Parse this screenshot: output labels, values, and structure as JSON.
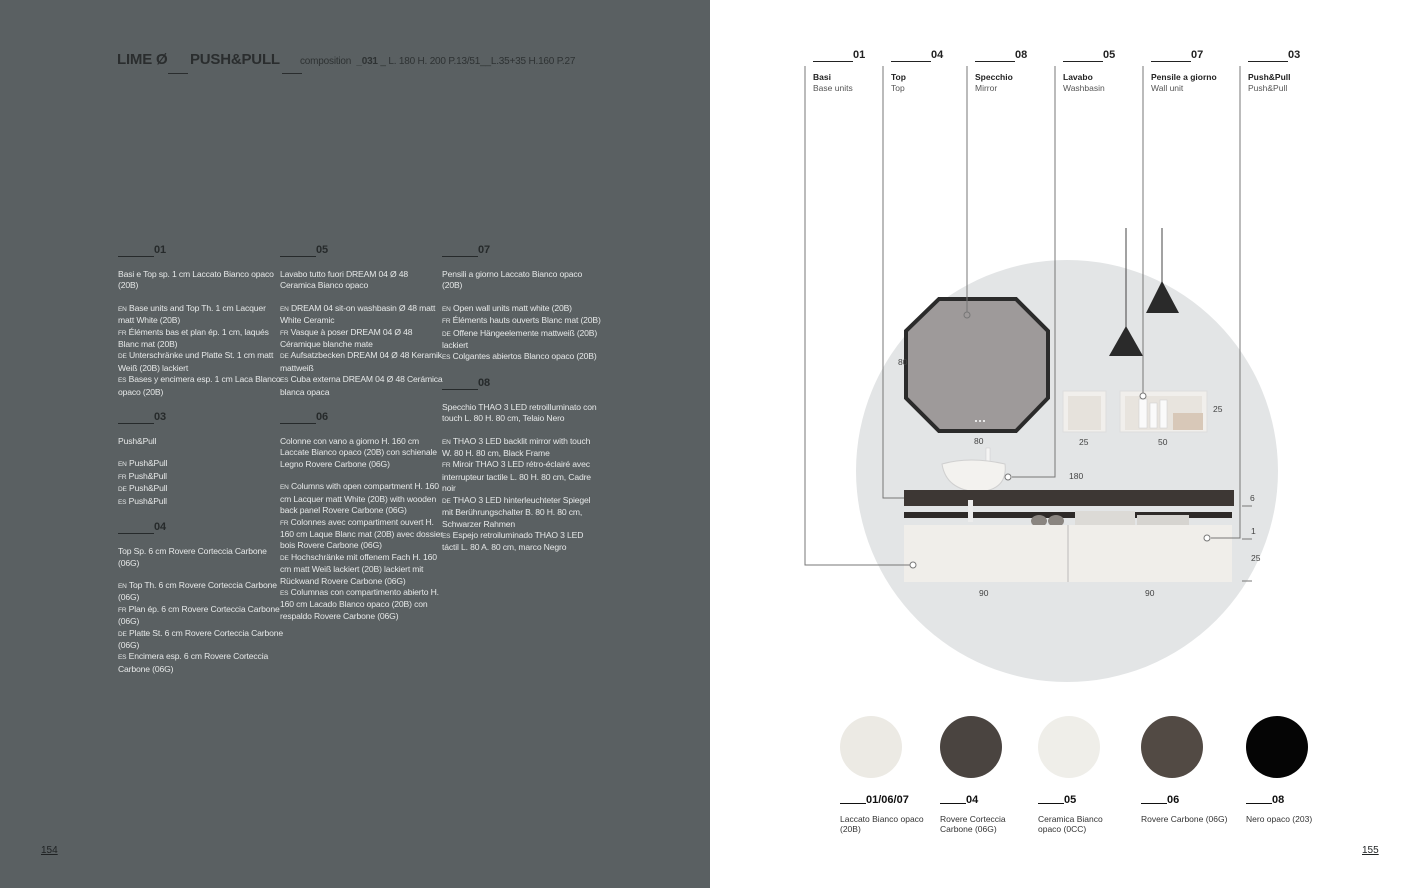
{
  "header": {
    "brand": "LIME Ø",
    "model": "PUSH&PULL",
    "composition_label": "composition",
    "composition_number": "_031",
    "composition_dims": "_ L. 180 H. 200 P.13/51__L.35+35 H.160 P.27"
  },
  "columns": [
    [
      {
        "num": "01",
        "it": "Basi e Top sp. 1 cm Laccato Bianco opaco (20B)",
        "langs": [
          [
            "EN",
            "Base units and Top Th. 1 cm Lacquer matt White (20B)"
          ],
          [
            "FR",
            "Éléments bas et plan ép. 1 cm, laqués Blanc mat (20B)"
          ],
          [
            "DE",
            "Unterschränke und Platte St. 1 cm matt Weiß (20B) lackiert"
          ],
          [
            "ES",
            "Bases y encimera esp. 1 cm Laca Blanco opaco (20B)"
          ]
        ]
      },
      {
        "num": "03",
        "it": "Push&Pull",
        "langs": [
          [
            "EN",
            "Push&Pull"
          ],
          [
            "FR",
            "Push&Pull"
          ],
          [
            "DE",
            "Push&Pull"
          ],
          [
            "ES",
            "Push&Pull"
          ]
        ]
      },
      {
        "num": "04",
        "it": "Top Sp. 6 cm Rovere Corteccia Carbone (06G)",
        "langs": [
          [
            "EN",
            "Top Th. 6 cm Rovere Corteccia Carbone (06G)"
          ],
          [
            "FR",
            "Plan ép. 6 cm Rovere Corteccia Carbone (06G)"
          ],
          [
            "DE",
            "Platte St. 6 cm Rovere Corteccia Carbone (06G)"
          ],
          [
            "ES",
            "Encimera esp. 6 cm Rovere Corteccia Carbone (06G)"
          ]
        ]
      }
    ],
    [
      {
        "num": "05",
        "it": "Lavabo tutto fuori DREAM 04 Ø 48 Ceramica Bianco opaco",
        "langs": [
          [
            "EN",
            "DREAM 04 sit-on washbasin Ø 48 matt White Ceramic"
          ],
          [
            "FR",
            "Vasque à poser DREAM 04 Ø 48 Céramique blanche mate"
          ],
          [
            "DE",
            "Aufsatzbecken DREAM 04 Ø 48 Keramik mattweiß"
          ],
          [
            "ES",
            "Cuba externa DREAM 04 Ø 48 Cerámica blanca opaca"
          ]
        ]
      },
      {
        "num": "06",
        "it": "Colonne con vano a giorno H. 160 cm  Laccate Bianco opaco (20B) con schienale Legno Rovere Carbone (06G)",
        "langs": [
          [
            "EN",
            "Columns with open compartment H. 160 cm Lacquer matt White (20B) with wooden back panel Rovere Carbone (06G)"
          ],
          [
            "FR",
            "Colonnes avec compartiment ouvert H. 160 cm Laque Blanc mat (20B) avec dossier bois Rovere Carbone (06G)"
          ],
          [
            "DE",
            "Hochschränke mit offenem Fach H. 160 cm matt Weiß lackiert (20B) lackiert mit Rückwand Rovere Carbone (06G)"
          ],
          [
            "ES",
            "Columnas con compartimento abierto H. 160 cm Lacado Blanco opaco (20B) con respaldo Rovere Carbone (06G)"
          ]
        ]
      }
    ],
    [
      {
        "num": "07",
        "it": "Pensili a giorno Laccato Bianco opaco (20B)",
        "langs": [
          [
            "EN",
            "Open wall units matt white (20B)"
          ],
          [
            "FR",
            "Éléments hauts ouverts Blanc mat (20B)"
          ],
          [
            "DE",
            "Offene Hängeelemente mattweiß (20B) lackiert"
          ],
          [
            "ES",
            "Colgantes abiertos Blanco opaco (20B)"
          ]
        ]
      },
      {
        "num": "08",
        "it": "Specchio THAO 3 LED retroilluminato con touch L. 80 H. 80 cm, Telaio Nero",
        "langs": [
          [
            "EN",
            "THAO 3 LED backlit mirror with touch W. 80 H. 80 cm, Black Frame"
          ],
          [
            "FR",
            "Miroir THAO 3 LED rétro-éclairé avec interrupteur tactile L. 80 H. 80 cm, Cadre noir"
          ],
          [
            "DE",
            "THAO 3 LED hinterleuchteter Spiegel mit Berührungschalter B. 80 H. 80 cm, Schwarzer Rahmen"
          ],
          [
            "ES",
            "Espejo retroiluminado THAO 3 LED táctil  L. 80 A. 80 cm, marco Negro"
          ]
        ]
      }
    ]
  ],
  "legend": [
    {
      "num": "01",
      "it": "Basi",
      "en": "Base units"
    },
    {
      "num": "04",
      "it": "Top",
      "en": "Top"
    },
    {
      "num": "08",
      "it": "Specchio",
      "en": "Mirror"
    },
    {
      "num": "05",
      "it": "Lavabo",
      "en": "Washbasin"
    },
    {
      "num": "07",
      "it": "Pensile a giorno",
      "en": "Wall unit"
    },
    {
      "num": "03",
      "it": "Push&Pull",
      "en": "Push&Pull"
    }
  ],
  "dimensions": {
    "mirror_h": "80",
    "mirror_w": "80",
    "shelf1_w": "25",
    "shelf2_w": "50",
    "shelf_h": "25",
    "top_w": "180",
    "top_th": "6",
    "base_gap": "1",
    "base_h": "25",
    "base1_w": "90",
    "base2_w": "90"
  },
  "swatches": [
    {
      "num": "01/06/07",
      "label": "Laccato Bianco opaco (20B)",
      "color": "#eceae4"
    },
    {
      "num": "04",
      "label": "Rovere Corteccia Carbone (06G)",
      "color": "#4a4440"
    },
    {
      "num": "05",
      "label": "Ceramica Bianco opaco (0CC)",
      "color": "#efeee9"
    },
    {
      "num": "06",
      "label": "Rovere Carbone (06G)",
      "color": "#524a44"
    },
    {
      "num": "08",
      "label": "Nero opaco (203)",
      "color": "#050505"
    }
  ],
  "pages": {
    "left": "154",
    "right": "155"
  }
}
